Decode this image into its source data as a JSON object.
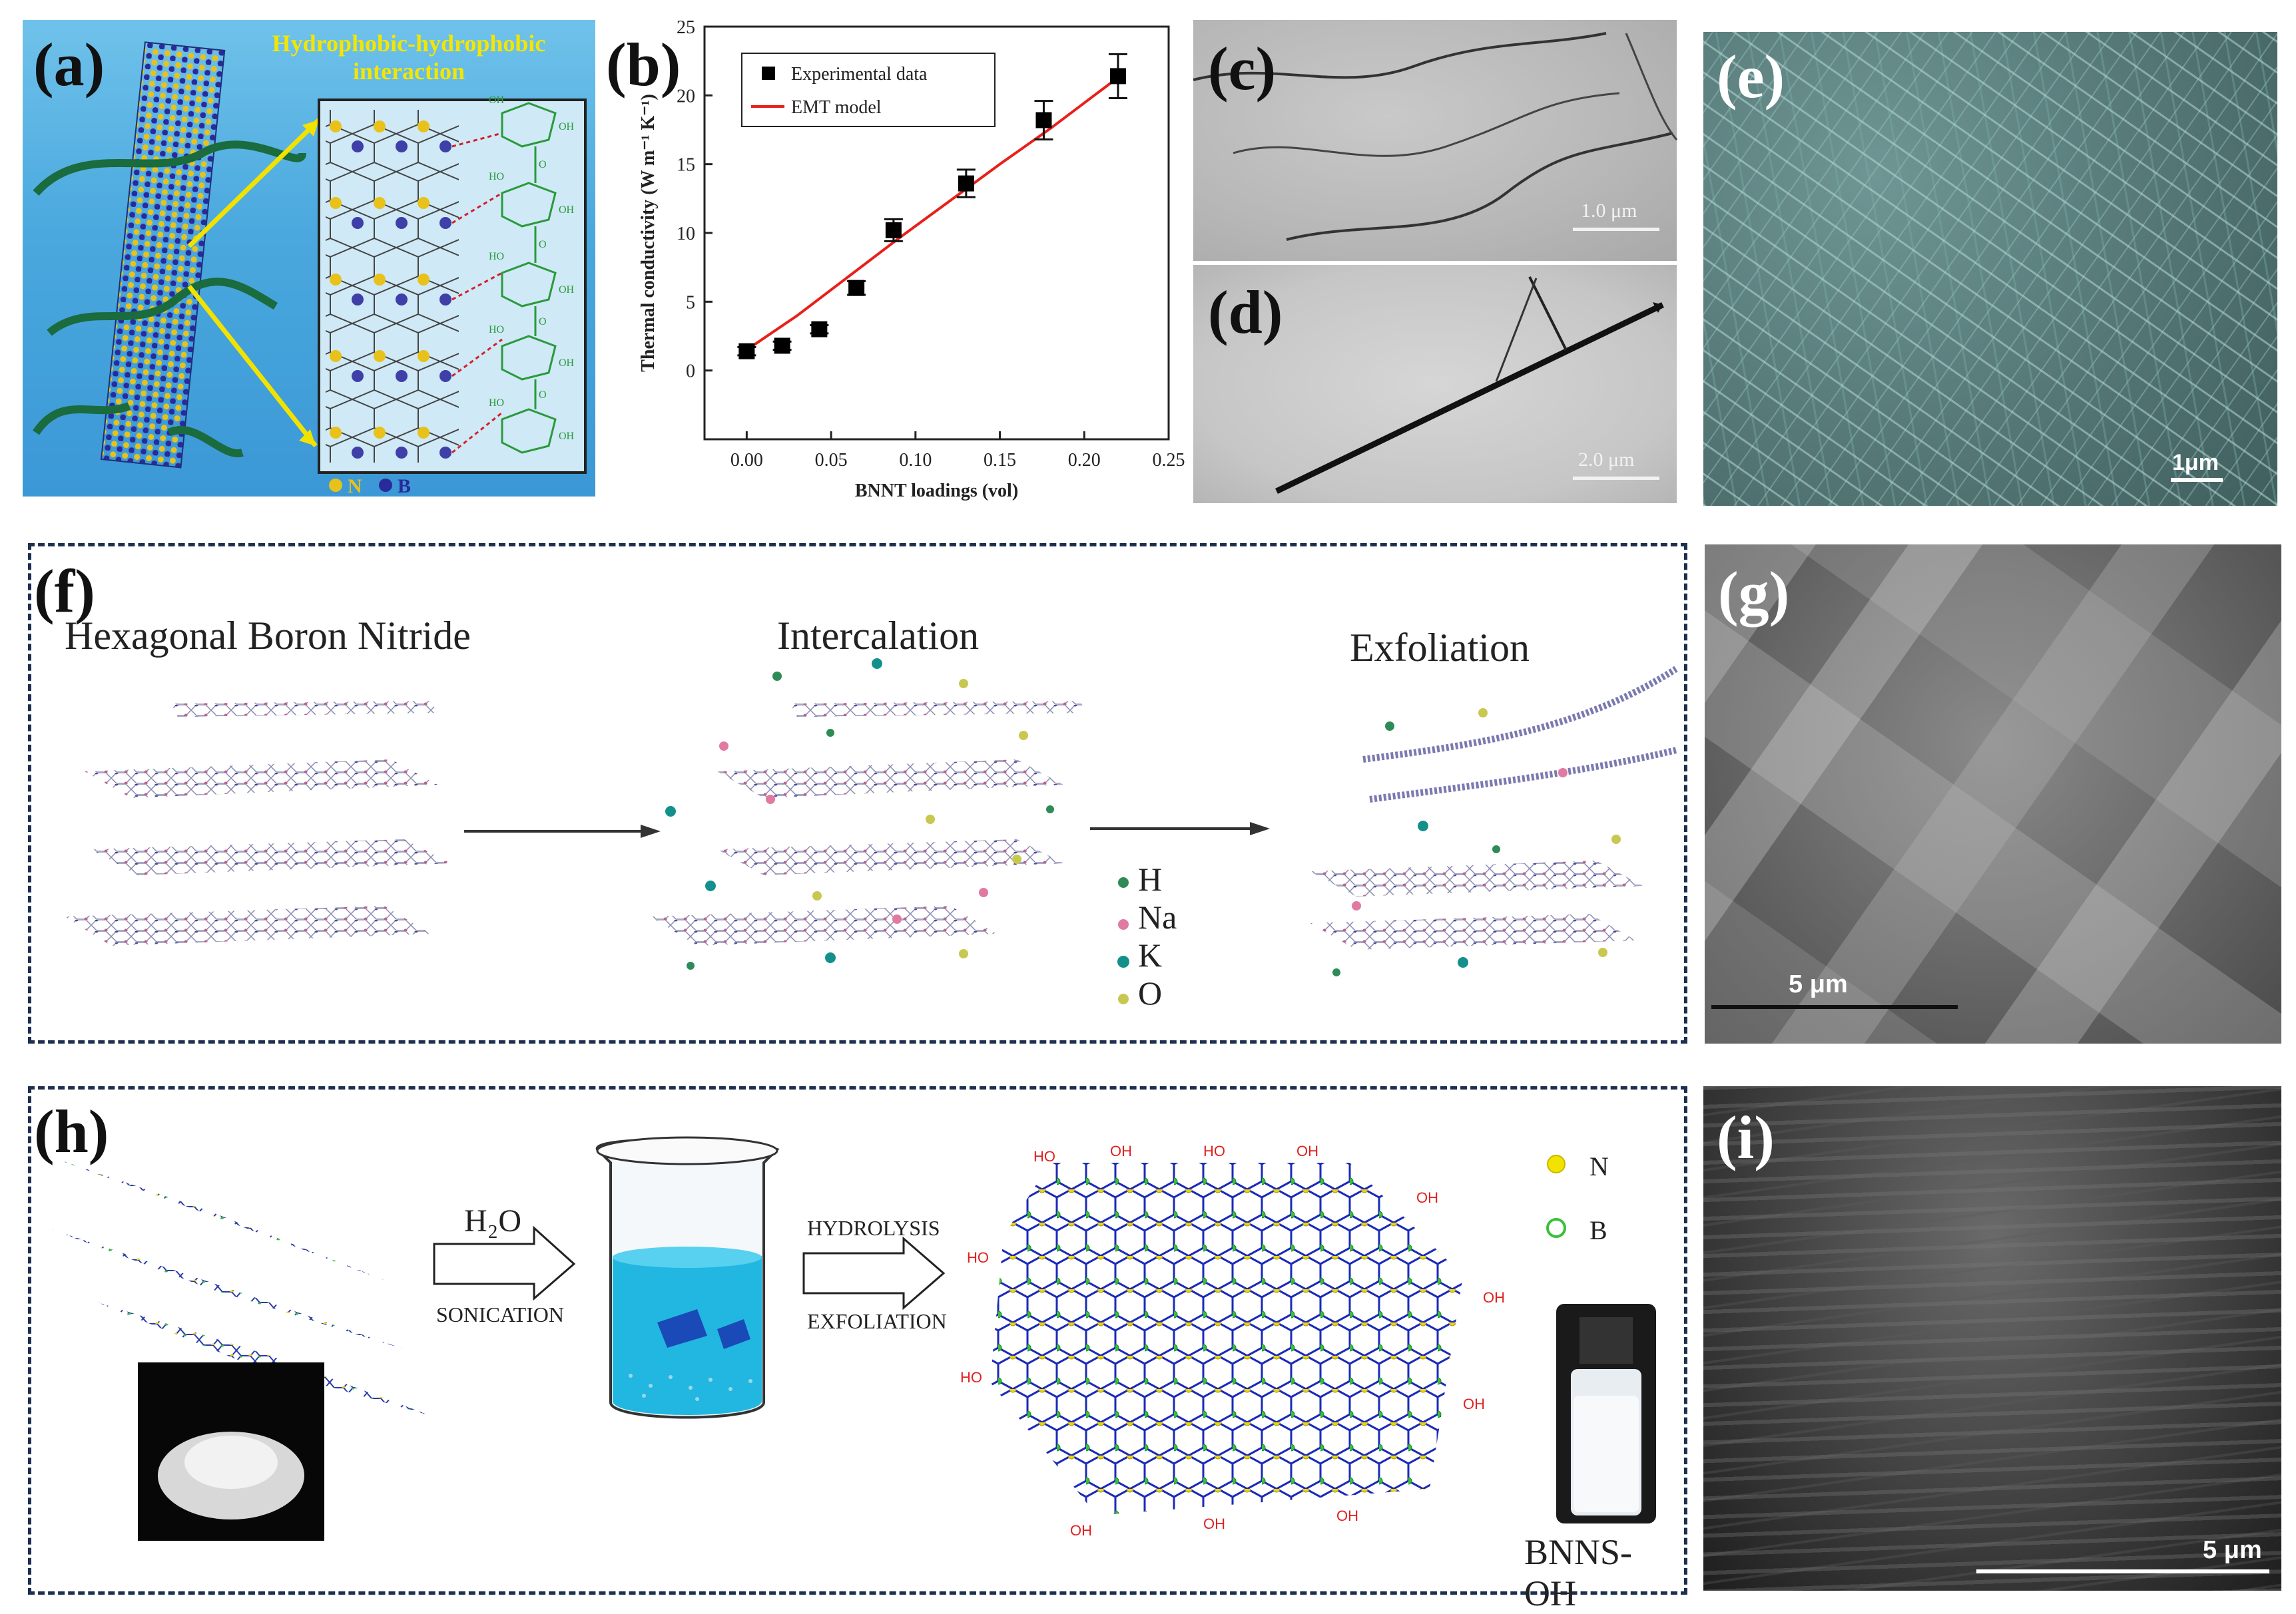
{
  "panels": {
    "a": {
      "label": "(a)",
      "title_line1": "Hydrophobic-hydrophobic",
      "title_line2": "interaction",
      "legend_n": "N",
      "legend_b": "B",
      "oh": "OH",
      "ho": "HO",
      "o": "O"
    },
    "b": {
      "label": "(b)"
    },
    "c": {
      "label": "(c)",
      "scale": "1.0 μm"
    },
    "d": {
      "label": "(d)",
      "scale": "2.0 μm"
    },
    "e": {
      "label": "(e)",
      "scale": "1μm"
    },
    "f": {
      "label": "(f)",
      "stage1": "Hexagonal Boron Nitride",
      "stage2": "Intercalation",
      "stage3": "Exfoliation",
      "legend": [
        {
          "sym": "H",
          "color": "#2e8b57"
        },
        {
          "sym": "Na",
          "color": "#e07aa0"
        },
        {
          "sym": "K",
          "color": "#14908c"
        },
        {
          "sym": "O",
          "color": "#c8c850"
        }
      ]
    },
    "g": {
      "label": "(g)",
      "scale": "5 μm"
    },
    "h": {
      "label": "(h)",
      "water": "H₂O",
      "sonication": "SONICATION",
      "hydrolysis": "HYDROLYSIS",
      "exfoliation": "EXFOLIATION",
      "legend_n": "N",
      "legend_b": "B",
      "product": "BNNS-OH",
      "oh": "OH",
      "ho": "HO"
    },
    "i": {
      "label": "(i)",
      "scale": "5 μm"
    }
  },
  "chart_data": {
    "type": "scatter",
    "xlabel": "BNNT loadings (vol)",
    "ylabel": "Thermal conductivity (W m⁻¹ K⁻¹)",
    "xlim": [
      -0.025,
      0.25
    ],
    "ylim": [
      -5,
      25
    ],
    "xticks": [
      "0.00",
      "0.05",
      "0.10",
      "0.15",
      "0.20",
      "0.25"
    ],
    "yticks": [
      "0",
      "5",
      "10",
      "15",
      "20",
      "25"
    ],
    "legend_position": "top-left",
    "series": [
      {
        "name": "Experimental data",
        "kind": "scatter",
        "color": "#000000",
        "x": [
          0.0,
          0.021,
          0.043,
          0.065,
          0.087,
          0.13,
          0.176,
          0.22
        ],
        "y": [
          1.4,
          1.8,
          3.0,
          6.0,
          10.2,
          13.6,
          18.2,
          21.4
        ],
        "err": [
          0.3,
          0.3,
          0.3,
          0.5,
          0.8,
          1.0,
          1.4,
          1.6
        ]
      },
      {
        "name": "EMT model",
        "kind": "line",
        "color": "#e8201a",
        "x": [
          0.0,
          0.03,
          0.06,
          0.09,
          0.12,
          0.15,
          0.18,
          0.22
        ],
        "y": [
          1.5,
          4.0,
          6.8,
          9.6,
          12.3,
          15.0,
          17.6,
          21.3
        ]
      }
    ]
  }
}
